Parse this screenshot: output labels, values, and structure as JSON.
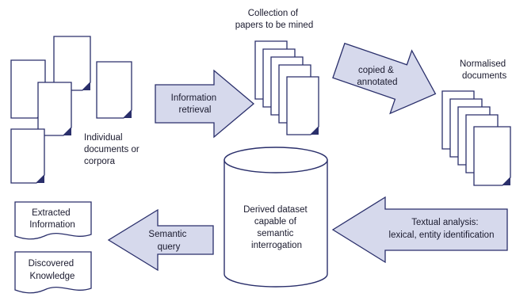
{
  "labels": {
    "collection": [
      "Collection of",
      "papers to be mined"
    ],
    "normalised": [
      "Normalised",
      "documents"
    ],
    "individual": [
      "Individual",
      "documents or",
      "corpora"
    ],
    "info_retrieval": [
      "Information",
      "retrieval"
    ],
    "copied": [
      "copied &",
      "annotated"
    ],
    "derived": [
      "Derived dataset",
      "capable of",
      "semantic",
      "interrogation"
    ],
    "textual": [
      "Textual analysis:",
      "lexical, entity identification"
    ],
    "semantic_query": [
      "Semantic",
      "query"
    ],
    "extracted": [
      "Extracted",
      "Information"
    ],
    "discovered": [
      "Discovered",
      "Knowledge"
    ]
  },
  "colors": {
    "stroke": "#2a2f6b",
    "arrow_fill": "#d6d9ec",
    "paper": "#ffffff"
  },
  "icons": [
    "document-icon",
    "document-stack-icon",
    "database-cylinder-icon",
    "block-arrow-icon",
    "note-card-icon"
  ]
}
